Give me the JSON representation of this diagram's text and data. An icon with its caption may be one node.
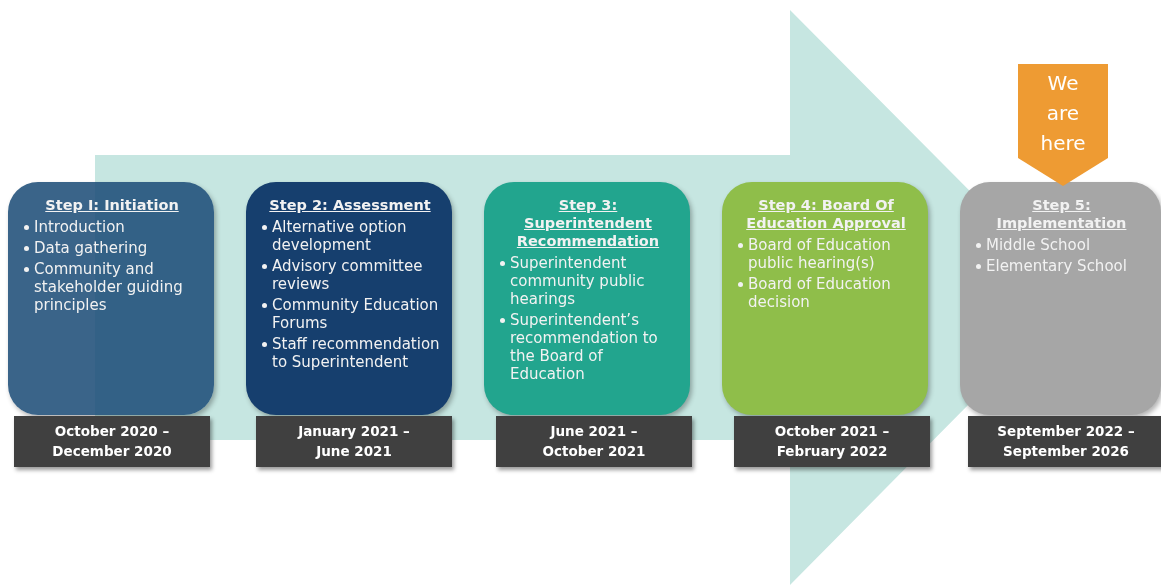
{
  "diagram": {
    "nodes": [
      {
        "text": [
          "Step I: Initiation",
          "Introduction",
          "Data gathering",
          "Community and stakeholder guiding principles"
        ],
        "beside": [
          "October 2020 – December 2020"
        ]
      },
      {
        "text": [
          "Step 2: Assessment",
          "Alternative option development",
          "Advisory committee reviews",
          "Community Education Forums",
          "Staff recommendation to Superintendent"
        ],
        "beside": [
          "January 2021 – June 2021"
        ]
      },
      {
        "text": [
          "Step 3: Superintendent Recommendation",
          "Superintendent community public hearings",
          "Superintendent’s recommendation to the Board of Education"
        ],
        "beside": [
          "June 2021 – October 2021"
        ]
      },
      {
        "text": [
          "Step 4: Board Of Education Approval",
          "Board of Education public hearing(s)",
          "Board of Education decision"
        ],
        "beside": [
          "October 2021 – February 2022"
        ]
      },
      {
        "text": [
          "Step 5: Implementation",
          "Middle School",
          "Elementary School"
        ],
        "beside": [
          "September 2022 – September 2026"
        ]
      },
      {
        "text": [
          "We are here"
        ]
      }
    ],
    "edges": [
      {
        "from": 0,
        "to": 4,
        "arrow": "to"
      }
    ]
  }
}
